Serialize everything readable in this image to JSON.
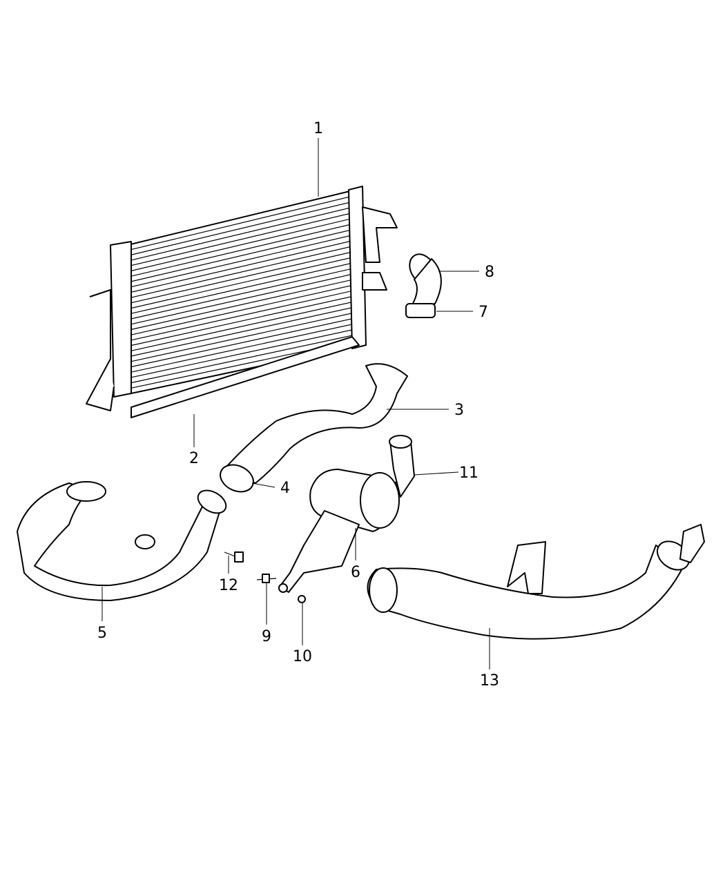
{
  "diagram": {
    "type": "exploded parts diagram",
    "callouts": [
      {
        "label": "1"
      },
      {
        "label": "2"
      },
      {
        "label": "3"
      },
      {
        "label": "4"
      },
      {
        "label": "5"
      },
      {
        "label": "6"
      },
      {
        "label": "7"
      },
      {
        "label": "8"
      },
      {
        "label": "9"
      },
      {
        "label": "10"
      },
      {
        "label": "11"
      },
      {
        "label": "12"
      },
      {
        "label": "13"
      }
    ]
  }
}
